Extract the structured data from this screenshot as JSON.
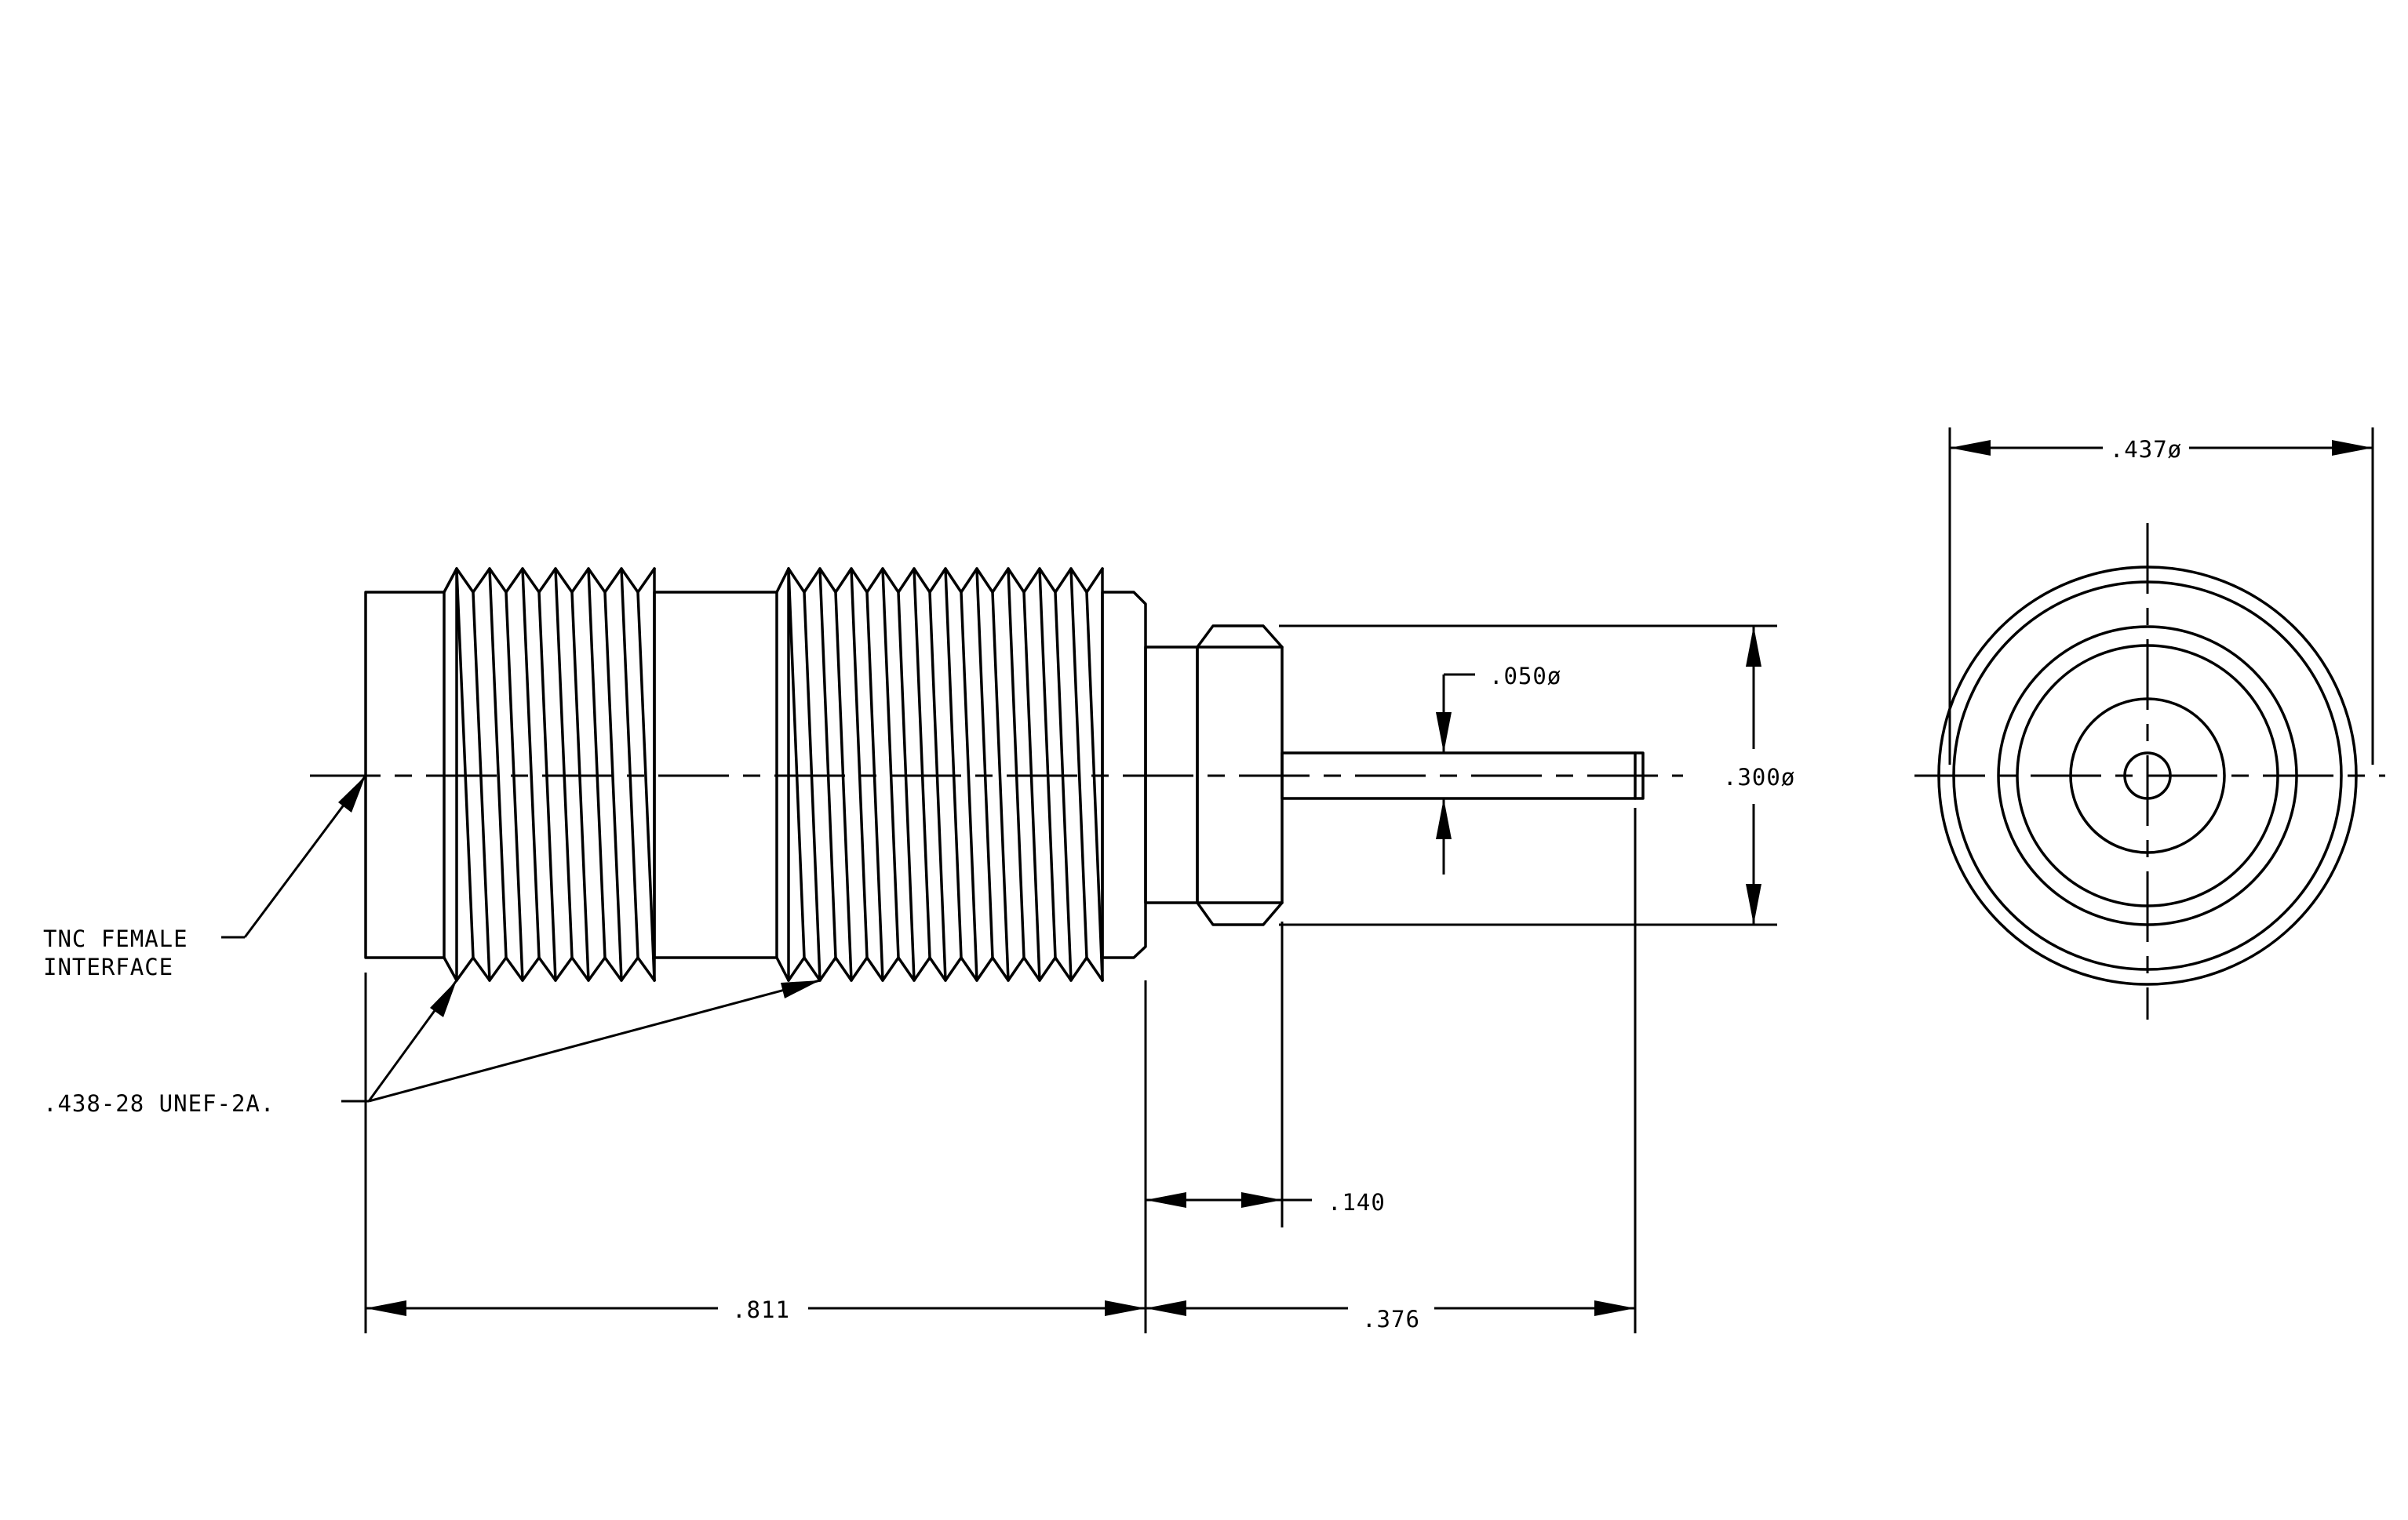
{
  "drawing": {
    "dims": {
      "body_length": ".811",
      "pin_length": ".376",
      "flange_length": ".140",
      "pin_diameter": ".050ø",
      "body_diameter": ".300ø",
      "outer_diameter": ".437ø"
    },
    "callouts": {
      "interface_line1": "TNC FEMALE",
      "interface_line2": "INTERFACE",
      "thread": ".438-28 UNEF-2A."
    }
  }
}
